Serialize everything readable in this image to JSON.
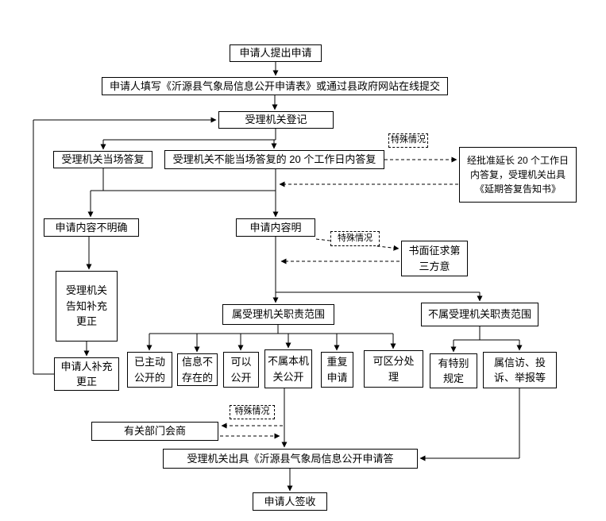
{
  "colors": {
    "line": "#000000",
    "box_border": "#000000",
    "background": "#ffffff",
    "text": "#000000"
  },
  "diagram_type": "flowchart",
  "nodes": {
    "submit": "申请人提出申请",
    "fill_form": "申请人填写《沂源县气象局信息公开申请表》或通过县政府网站在线提交",
    "register": "受理机关登记",
    "reply_onsite": "受理机关当场答复",
    "reply_20days": "受理机关不能当场答复的 20 个工作日内答复",
    "special_case_1": "特殊情况",
    "extend_reply": "经批准延长 20 个工作日内答复，受理机关出具《延期答复告知书》",
    "content_unclear": "申请内容不明确",
    "content_clear": "申请内容明",
    "special_case_2": "特殊情况",
    "third_party": "书面征求第三方意",
    "notify_supplement": "受理机关告知补充更正",
    "in_scope": "属受理机关职责范围",
    "out_of_scope": "不属受理机关职责范围",
    "applicant_supplement": "申请人补充更正",
    "already_public": "已主动公开的",
    "info_not_exist": "信息不存在的",
    "can_disclose": "可以公开",
    "not_this_org": "不属本机关公开",
    "repeat_apply": "重复申请",
    "separable": "可区分处理",
    "special_rules": "有特别规定",
    "petition": "属信访、投诉、举报等",
    "special_case_3": "特殊情况",
    "dept_consult": "有关部门会商",
    "issue_reply": "受理机关出具《沂源县气象局信息公开申请答",
    "sign_receipt": "申请人签收"
  }
}
